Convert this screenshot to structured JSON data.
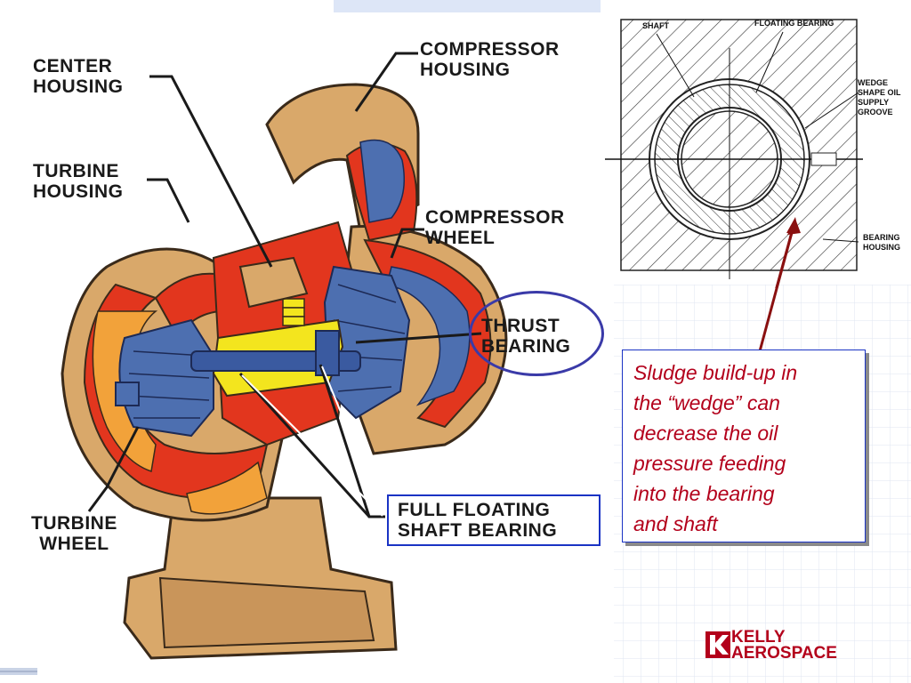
{
  "labels": {
    "center_housing": "CENTER\nHOUSING",
    "compressor_housing": "COMPRESSOR\nHOUSING",
    "turbine_housing": "TURBINE\nHOUSING",
    "compressor_wheel": "COMPRESSOR\nWHEEL",
    "thrust_bearing": "THRUST\nBEARING",
    "turbine_wheel": "TURBINE\nWHEEL",
    "full_floating": "FULL FLOATING\nSHAFT BEARING"
  },
  "bearing_figure": {
    "shaft": "SHAFT",
    "floating_bearing": "FLOATING BEARING",
    "wedge": "WEDGE\nSHAPE OIL\nSUPPLY\nGROOVE",
    "bearing_housing": "BEARING\nHOUSING"
  },
  "note": "Sludge build-up  in\nthe “wedge” can\ndecrease the oil\npressure feeding\ninto the bearing\nand shaft",
  "logo": {
    "line1": "KELLY",
    "line2": "AEROSPACE",
    "color": "#b3001b"
  },
  "colors": {
    "housing_tan": "#d9a86a",
    "cut_red": "#e2361e",
    "wheel_blue": "#4d6fb0",
    "orange": "#f2a23a",
    "bearing_yellow": "#f3e51e",
    "note_red": "#b3001b",
    "box_blue": "#1a33c4"
  }
}
